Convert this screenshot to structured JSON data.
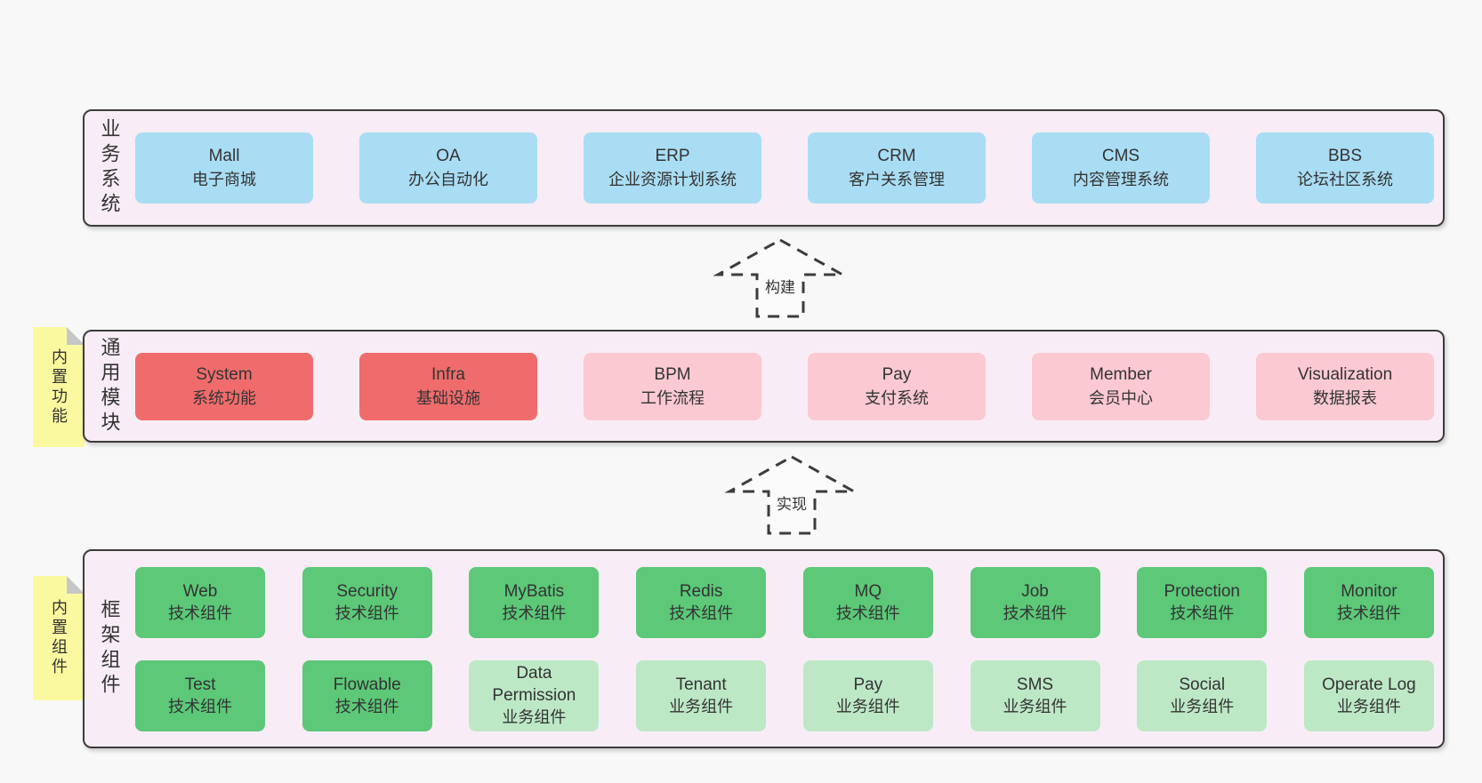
{
  "colors": {
    "page_bg": "#f8f8f8",
    "panel_bg": "#f8edf6",
    "panel_border": "#3c3c3c",
    "blue_box": "#a9ddf4",
    "red_box": "#f06c6c",
    "pink_box": "#fbc9d2",
    "green_box": "#5cc878",
    "light_green_box": "#bde8c6",
    "sticky_bg": "#fbf99f",
    "text": "#333333"
  },
  "sections": {
    "business": {
      "label": "业务系统",
      "boxes": [
        {
          "name": "Mall",
          "desc": "电子商城"
        },
        {
          "name": "OA",
          "desc": "办公自动化"
        },
        {
          "name": "ERP",
          "desc": "企业资源计划系统"
        },
        {
          "name": "CRM",
          "desc": "客户关系管理"
        },
        {
          "name": "CMS",
          "desc": "内容管理系统"
        },
        {
          "name": "BBS",
          "desc": "论坛社区系统"
        }
      ]
    },
    "common": {
      "label": "通用模块",
      "sticky": "内置功能",
      "boxes": [
        {
          "name": "System",
          "desc": "系统功能"
        },
        {
          "name": "Infra",
          "desc": "基础设施"
        },
        {
          "name": "BPM",
          "desc": "工作流程"
        },
        {
          "name": "Pay",
          "desc": "支付系统"
        },
        {
          "name": "Member",
          "desc": "会员中心"
        },
        {
          "name": "Visualization",
          "desc": "数据报表"
        }
      ]
    },
    "framework": {
      "label": "框架组件",
      "sticky": "内置组件",
      "rows": [
        [
          {
            "name": "Web",
            "desc": "技术组件"
          },
          {
            "name": "Security",
            "desc": "技术组件"
          },
          {
            "name": "MyBatis",
            "desc": "技术组件"
          },
          {
            "name": "Redis",
            "desc": "技术组件"
          },
          {
            "name": "MQ",
            "desc": "技术组件"
          },
          {
            "name": "Job",
            "desc": "技术组件"
          },
          {
            "name": "Protection",
            "desc": "技术组件"
          },
          {
            "name": "Monitor",
            "desc": "技术组件"
          }
        ],
        [
          {
            "name": "Test",
            "desc": "技术组件"
          },
          {
            "name": "Flowable",
            "desc": "技术组件"
          },
          {
            "name": "Data Permission",
            "desc": "业务组件"
          },
          {
            "name": "Tenant",
            "desc": "业务组件"
          },
          {
            "name": "Pay",
            "desc": "业务组件"
          },
          {
            "name": "SMS",
            "desc": "业务组件"
          },
          {
            "name": "Social",
            "desc": "业务组件"
          },
          {
            "name": "Operate Log",
            "desc": "业务组件"
          }
        ]
      ]
    }
  },
  "arrows": [
    {
      "label": "构建"
    },
    {
      "label": "实现"
    }
  ]
}
